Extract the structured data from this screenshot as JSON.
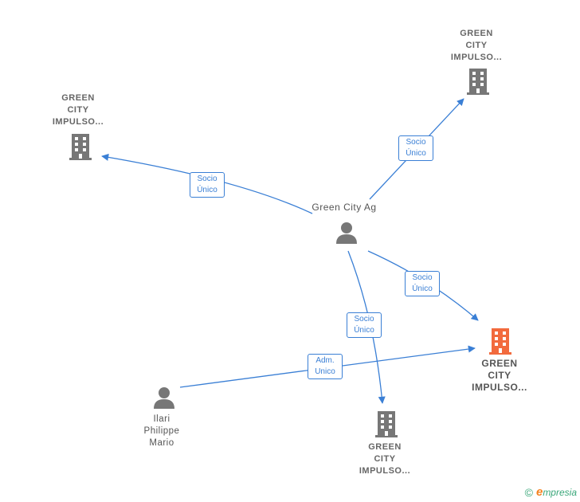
{
  "nodes": {
    "company_top_right": {
      "line1": "GREEN",
      "line2": "CITY",
      "line3": "IMPULSO..."
    },
    "company_left": {
      "line1": "GREEN",
      "line2": "CITY",
      "line3": "IMPULSO..."
    },
    "center_person": {
      "name": "Green City Ag"
    },
    "company_highlight": {
      "line1": "GREEN",
      "line2": "CITY",
      "line3": "IMPULSO..."
    },
    "person_bottom": {
      "line1": "Ilari",
      "line2": "Philippe",
      "line3": "Mario"
    },
    "company_bottom": {
      "line1": "GREEN",
      "line2": "CITY",
      "line3": "IMPULSO..."
    }
  },
  "edges": {
    "to_top_right": {
      "line1": "Socio",
      "line2": "Único"
    },
    "to_left": {
      "line1": "Socio",
      "line2": "Único"
    },
    "to_highlight": {
      "line1": "Socio",
      "line2": "Único"
    },
    "to_bottom": {
      "line1": "Socio",
      "line2": "Único"
    },
    "adm": {
      "line1": "Adm.",
      "line2": "Unico"
    }
  },
  "colors": {
    "edge": "#3a7fd5",
    "icon": "#777777",
    "highlight": "#f26a3d"
  },
  "footer": {
    "copyright": "©",
    "brand_initial": "e",
    "brand_rest": "mpresia"
  }
}
